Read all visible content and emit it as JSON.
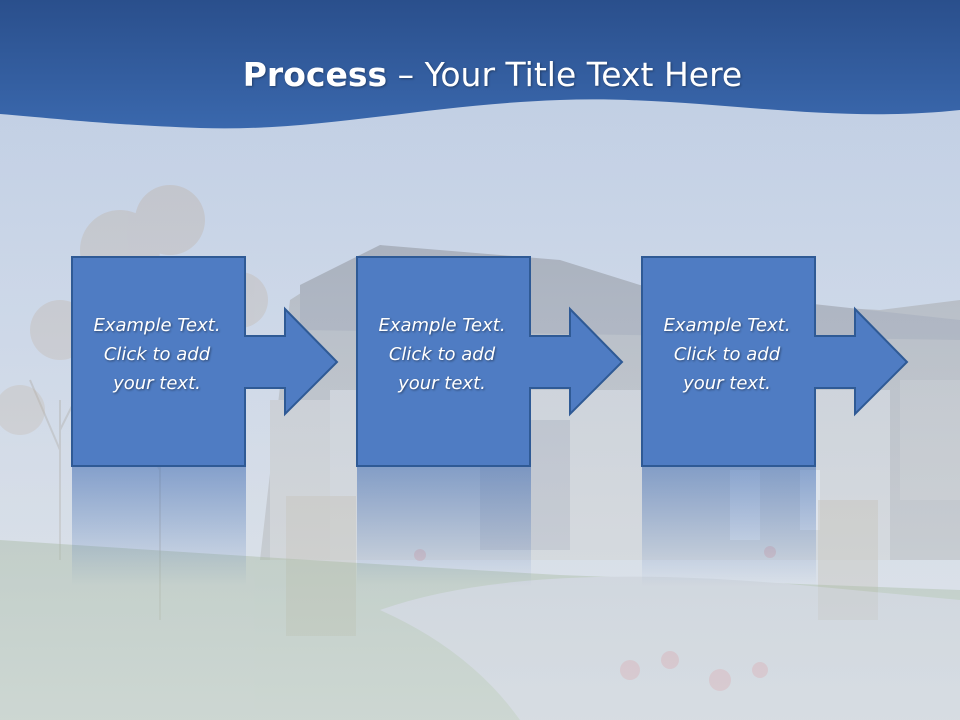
{
  "slide": {
    "title_bold": "Process",
    "title_rest": " – Your Title Text Here",
    "steps": [
      {
        "lines": [
          "Example Text.",
          "Click  to add",
          "your text."
        ]
      },
      {
        "lines": [
          "Example Text.",
          "Click  to add",
          "your text."
        ]
      },
      {
        "lines": [
          "Example Text.",
          "Click  to add",
          "your text."
        ]
      }
    ]
  },
  "colors": {
    "header_band": "#30599a",
    "box_fill": "#4f7cc3",
    "box_border": "#2f5a95",
    "title_text": "#ffffff"
  },
  "icons": [
    "right-arrow-icon"
  ]
}
